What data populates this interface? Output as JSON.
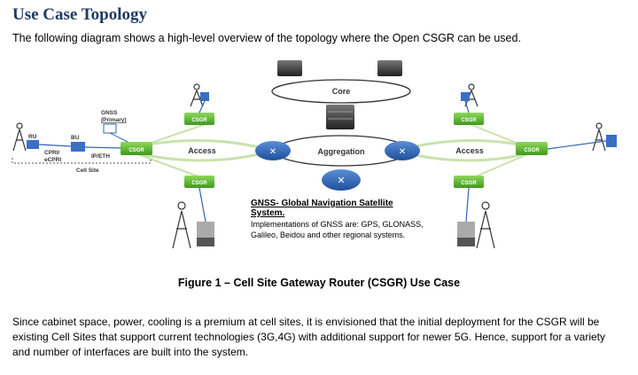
{
  "heading": "Use Case Topology",
  "intro": "The following diagram shows a high-level overview of the topology where the Open CSGR can be used.",
  "diagram": {
    "core": "Core",
    "aggregation": "Aggregation",
    "access_left": "Access",
    "access_right": "Access",
    "csgr": "CSGR",
    "ru": "RU",
    "bu": "BU",
    "cpri": "CPRI/",
    "ecpri": "eCPRI",
    "ipeth": "IP/ETH",
    "cell_site": "Cell Site",
    "gnss_line1": "GNSS",
    "gnss_line2": "(Primary)",
    "gnss_title_line1": "GNSS- Global Navigation Satellite",
    "gnss_title_line2": "System.",
    "gnss_desc_line1": "Implementations of GNSS are: GPS, GLONASS,",
    "gnss_desc_line2": "Galileo, Beidou and other regional systems."
  },
  "caption": "Figure 1 – Cell Site Gateway Router (CSGR) Use Case",
  "body": "Since cabinet space, power, cooling is a premium at cell sites, it is envisioned that the initial deployment for the CSGR will be existing Cell Sites that support current technologies (3G,4G) with additional support for newer 5G.  Hence, support for a variety and number of interfaces are built into the system.",
  "colors": {
    "heading": "#1f3b64",
    "router": "#2f64b4",
    "csgr": "#5fb535",
    "link": "#c9e2ad"
  }
}
